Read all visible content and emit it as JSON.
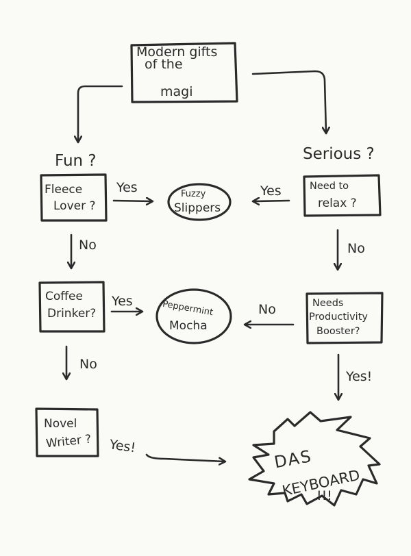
{
  "diagram": {
    "type": "flowchart",
    "style": "hand-drawn marker on paper",
    "colors": {
      "paper": "#fafaf7",
      "ink": "#2a2a2a"
    },
    "root": {
      "id": "root",
      "lines": [
        "Modern gifts",
        "of the",
        "magi"
      ]
    },
    "branches": {
      "fun": {
        "label": "Fun ?"
      },
      "serious": {
        "label": "Serious ?"
      }
    },
    "questions": {
      "fleece": {
        "lines": [
          "Fleece",
          "Lover ?"
        ]
      },
      "coffee": {
        "lines": [
          "Coffee",
          "Drinker?"
        ]
      },
      "novel": {
        "lines": [
          "Novel",
          "Writer ?"
        ]
      },
      "relax": {
        "lines": [
          "Need to",
          "relax ?"
        ]
      },
      "productivity": {
        "lines": [
          "Needs",
          "Productivity",
          "Booster?"
        ]
      }
    },
    "outcomes": {
      "slippers": {
        "lines": [
          "Fuzzy",
          "Slippers"
        ]
      },
      "mocha": {
        "lines": [
          "Peppermint",
          "Mocha"
        ]
      },
      "keyboard": {
        "lines": [
          "DAS",
          "KEYBOARD",
          "!!!"
        ]
      }
    },
    "edge_labels": {
      "fleece_yes": "Yes",
      "relax_yes": "Yes",
      "fleece_no": "No",
      "relax_no": "No",
      "coffee_yes": "Yes",
      "productivity_no": "No",
      "coffee_no": "No",
      "productivity_yes": "Yes!",
      "novel_yes": "Yes!"
    },
    "edges": [
      {
        "from": "root",
        "to": "fun"
      },
      {
        "from": "root",
        "to": "serious"
      },
      {
        "from": "fleece",
        "to": "slippers",
        "label": "Yes"
      },
      {
        "from": "relax",
        "to": "slippers",
        "label": "Yes"
      },
      {
        "from": "fleece",
        "to": "coffee",
        "label": "No"
      },
      {
        "from": "relax",
        "to": "productivity",
        "label": "No"
      },
      {
        "from": "coffee",
        "to": "mocha",
        "label": "Yes"
      },
      {
        "from": "productivity",
        "to": "mocha",
        "label": "No"
      },
      {
        "from": "coffee",
        "to": "novel",
        "label": "No"
      },
      {
        "from": "productivity",
        "to": "keyboard",
        "label": "Yes!"
      },
      {
        "from": "novel",
        "to": "keyboard",
        "label": "Yes!"
      }
    ]
  }
}
